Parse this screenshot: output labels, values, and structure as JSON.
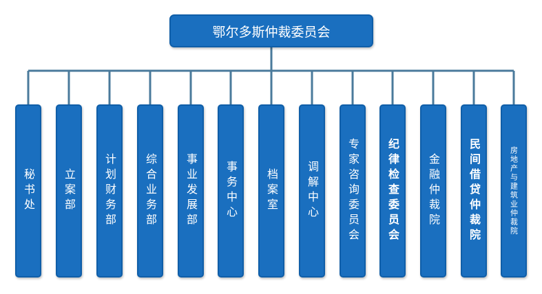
{
  "title": "鄂尔多斯仲裁委员会",
  "departments": [
    {
      "label": "秘书处"
    },
    {
      "label": "立案部"
    },
    {
      "label": "计划财务部"
    },
    {
      "label": "综合业务部"
    },
    {
      "label": "事业发展部"
    },
    {
      "label": "事务中心"
    },
    {
      "label": "档案室"
    },
    {
      "label": "调解中心"
    },
    {
      "label": "专家咨询委员会"
    },
    {
      "label": "纪律检查委员会"
    },
    {
      "label": "金融仲裁院"
    },
    {
      "label": "民间借贷仲裁院"
    },
    {
      "label": "房地产与建筑业仲裁院"
    }
  ],
  "colors": {
    "box_fill": "#1a6fbf",
    "box_border": "#0f5ea8",
    "connector": "#4a7a9b"
  }
}
